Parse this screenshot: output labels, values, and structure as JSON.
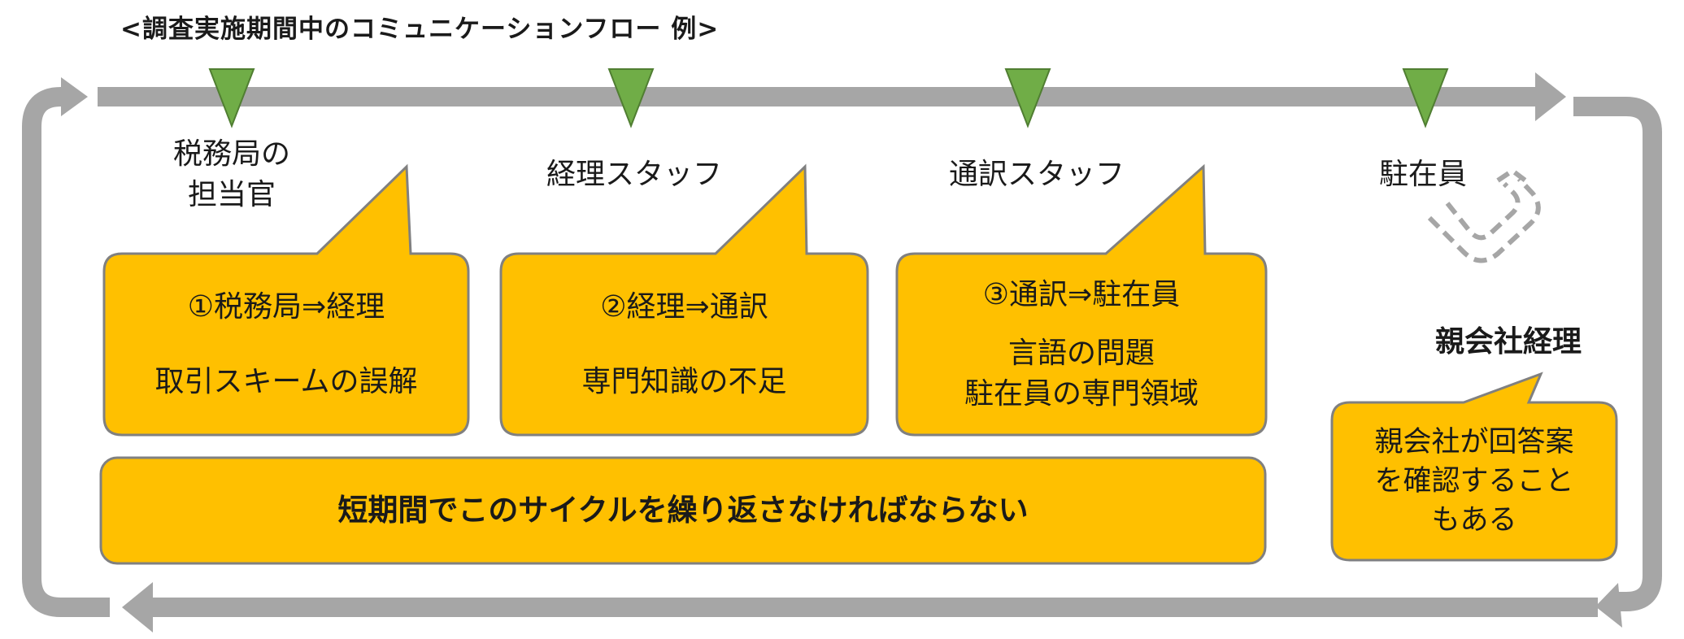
{
  "title": "<調査実施期間中のコミュニケーションフロー 例>",
  "actors": [
    {
      "line1": "税務局の",
      "line2": "担当官"
    },
    {
      "line1": "経理スタッフ"
    },
    {
      "line1": "通訳スタッフ"
    },
    {
      "line1": "駐在員"
    },
    {
      "line1": "親会社経理"
    }
  ],
  "bubbles": [
    {
      "heading": "①税務局⇒経理",
      "body1": "取引スキームの誤解"
    },
    {
      "heading": "②経理⇒通訳",
      "body1": "専門知識の不足"
    },
    {
      "heading": "③通訳⇒駐在員",
      "body1": "言語の問題",
      "body2": "駐在員の専門領域"
    },
    {
      "line1": "親会社が回答案",
      "line2": "を確認すること",
      "line3": "もある"
    }
  ],
  "banner": "短期間でこのサイクルを繰り返さなければならない",
  "colors": {
    "box_fill": "#FFC000",
    "box_stroke": "#808080",
    "arrow": "#A6A6A6",
    "marker": "#70AD47",
    "marker_stroke": "#507E32",
    "dash": "#A6A6A6"
  }
}
